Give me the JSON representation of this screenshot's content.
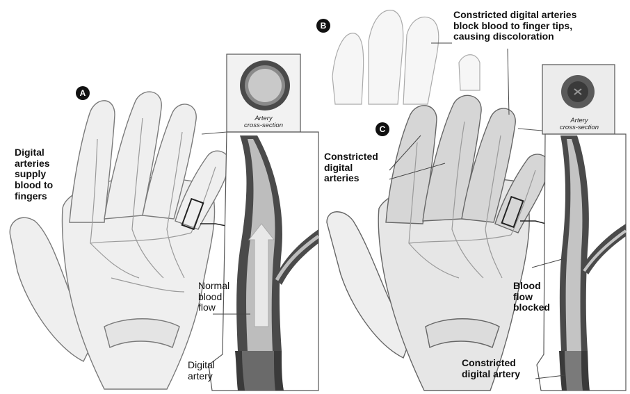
{
  "badges": {
    "a": "A",
    "b": "B",
    "c": "C"
  },
  "labels": {
    "digital_arteries_supply": "Digital\narteries\nsupply\nblood to\nfingers",
    "normal_blood_flow": "Normal\nblood\nflow",
    "digital_artery": "Digital\nartery",
    "constricted_block": "Constricted digital arteries\nblock blood to finger tips,\ncausing discoloration",
    "constricted_digital_arteries": "Constricted\ndigital\narteries",
    "blood_flow_blocked": "Blood\nflow\nblocked",
    "constricted_digital_artery": "Constricted\ndigital artery",
    "artery_cross_section_left": "Artery\ncross-section",
    "artery_cross_section_right": "Artery\ncross-section"
  },
  "colors": {
    "skin_normal": "#eeeeee",
    "skin_constricted": "#d4d4d4",
    "finger_pale": "#f4f4f4",
    "artery_dark": "#4a4a4a",
    "artery_lumen": "#c9c9c9",
    "outline": "#7a7a7a"
  }
}
